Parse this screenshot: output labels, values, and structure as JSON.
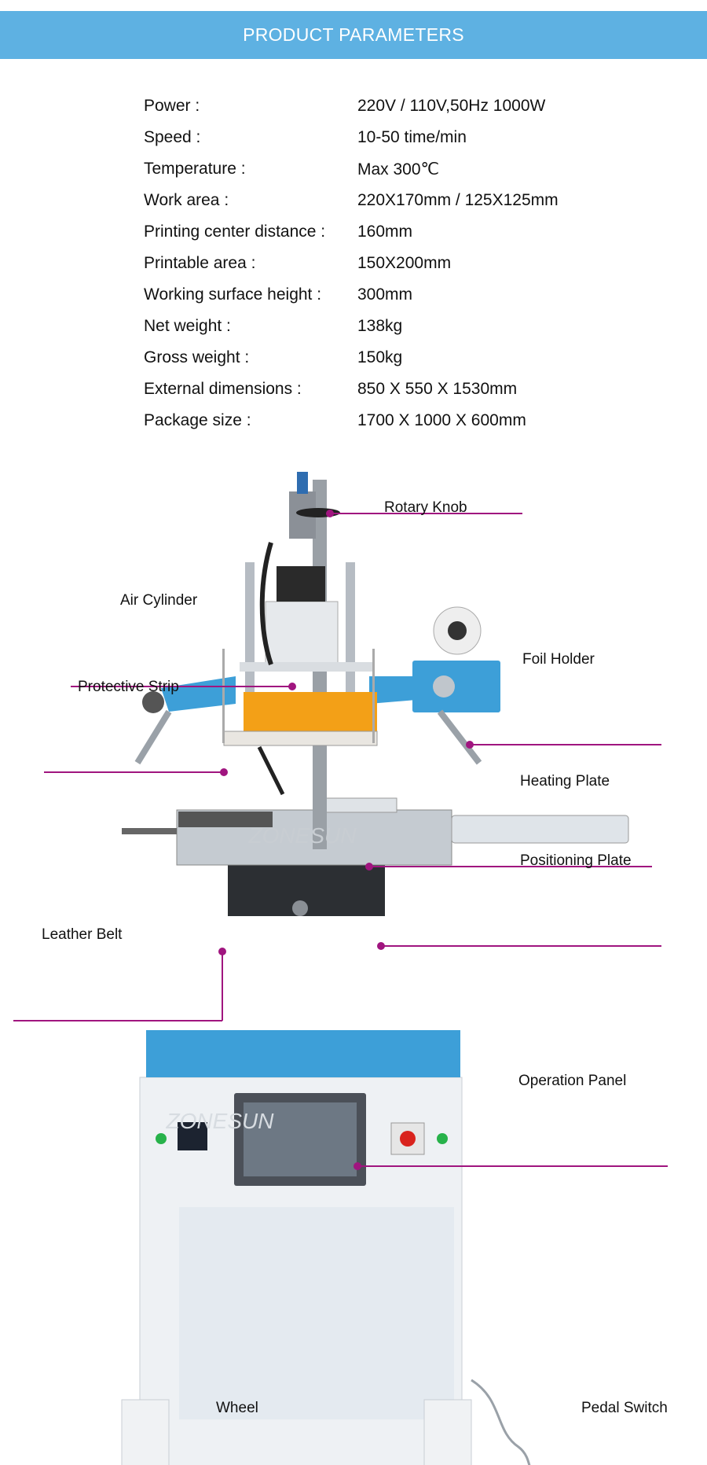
{
  "header": {
    "title": "PRODUCT PARAMETERS"
  },
  "params": [
    {
      "label": "Power :",
      "value": "220V / 110V,50Hz 1000W"
    },
    {
      "label": "Speed :",
      "value": "10-50 time/min"
    },
    {
      "label": "Temperature :",
      "value": "Max 300℃"
    },
    {
      "label": "Work area :",
      "value": "220X170mm / 125X125mm"
    },
    {
      "label": "Printing center distance :",
      "value": "160mm"
    },
    {
      "label": "Printable area :",
      "value": "150X200mm"
    },
    {
      "label": "Working surface height :",
      "value": "300mm"
    },
    {
      "label": "Net weight :",
      "value": "138kg"
    },
    {
      "label": "Gross weight :",
      "value": "150kg"
    },
    {
      "label": "External dimensions :",
      "value": "850 X 550 X 1530mm"
    },
    {
      "label": "Package size :",
      "value": "1700 X 1000 X 600mm"
    }
  ],
  "callouts": {
    "rotary_knob": "Rotary Knob",
    "air_cylinder": "Air Cylinder",
    "foil_holder": "Foil Holder",
    "protective_strip": "Protective Strip",
    "heating_plate": "Heating Plate",
    "positioning_plate": "Positioning Plate",
    "leather_belt": "Leather Belt",
    "operation_panel": "Operation Panel",
    "wheel": "Wheel",
    "pedal_switch": "Pedal Switch"
  },
  "watermark": "ZONESUN",
  "colors": {
    "header_bg": "#5eb1e2",
    "callout_line": "#a0157f",
    "machine_blue": "#3d9fd8",
    "machine_white": "#f2f4f6",
    "heater_orange": "#f3a017"
  }
}
